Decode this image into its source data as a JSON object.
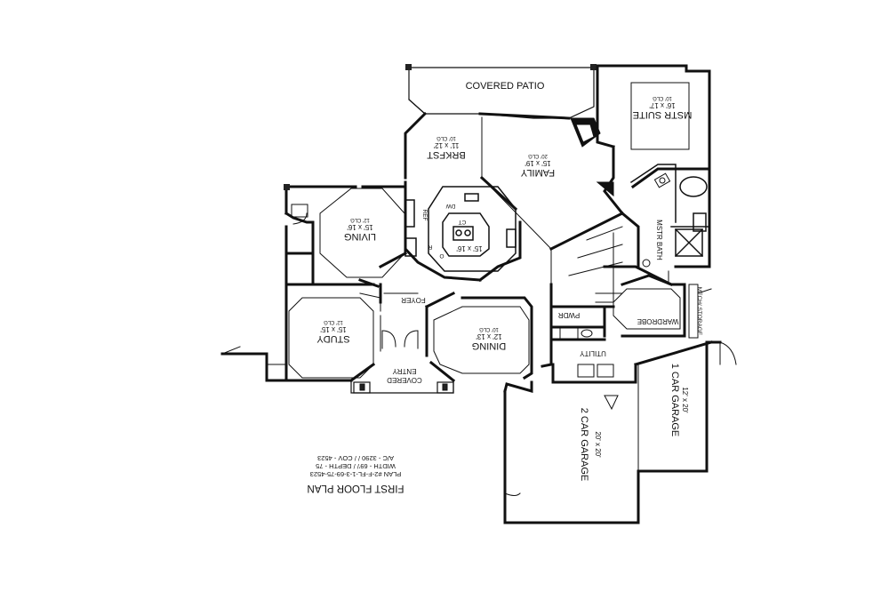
{
  "plan": {
    "title": "FIRST FLOOR PLAN",
    "info_lines": [
      "PLAN #2-F-FL-1-3-69-75-4523",
      "WIDTH - 69'/ / DEPTH - 75",
      "A/C - 3290 / / COV - 4523"
    ]
  },
  "rooms": {
    "covered_patio": {
      "name": "COVERED PATIO"
    },
    "mstr_suite": {
      "name": "MSTR SUITE",
      "size": "16' x 17'",
      "clg": "10' CLG"
    },
    "brkfst": {
      "name": "BRKFST",
      "size": "11' x 12'",
      "clg": "10' CLG"
    },
    "family": {
      "name": "FAMILY",
      "size": "15' x 19'",
      "clg": "20' CLG"
    },
    "living": {
      "name": "LIVING",
      "size": "15' x 16'",
      "clg": "12' CLG"
    },
    "kitchen": {
      "size": "15' x 16'"
    },
    "mstr_bath": {
      "name": "MSTR BATH"
    },
    "foyer": {
      "name": "FOYER"
    },
    "study": {
      "name": "STUDY",
      "size": "15' x 15'",
      "clg": "12' CLG"
    },
    "dining": {
      "name": "DINING",
      "size": "12' x 13'",
      "clg": "10' CLG"
    },
    "pwdr": {
      "name": "PWDR"
    },
    "warerobe": {
      "name": "WARDROBE"
    },
    "mech_storage": {
      "name": "MECH/ STORAGE"
    },
    "utility": {
      "name": "UTILITY"
    },
    "covered_entry": {
      "line1": "COVERED",
      "line2": "ENTRY"
    },
    "garage1": {
      "name": "1 CAR GARAGE",
      "size": "12' x 20'"
    },
    "garage2": {
      "name": "2 CAR GARAGE",
      "size": "20' x 20'"
    }
  },
  "fixtures": {
    "dw": "DW",
    "ct": "CT",
    "r": "R",
    "o": "O",
    "ref": "REF"
  }
}
